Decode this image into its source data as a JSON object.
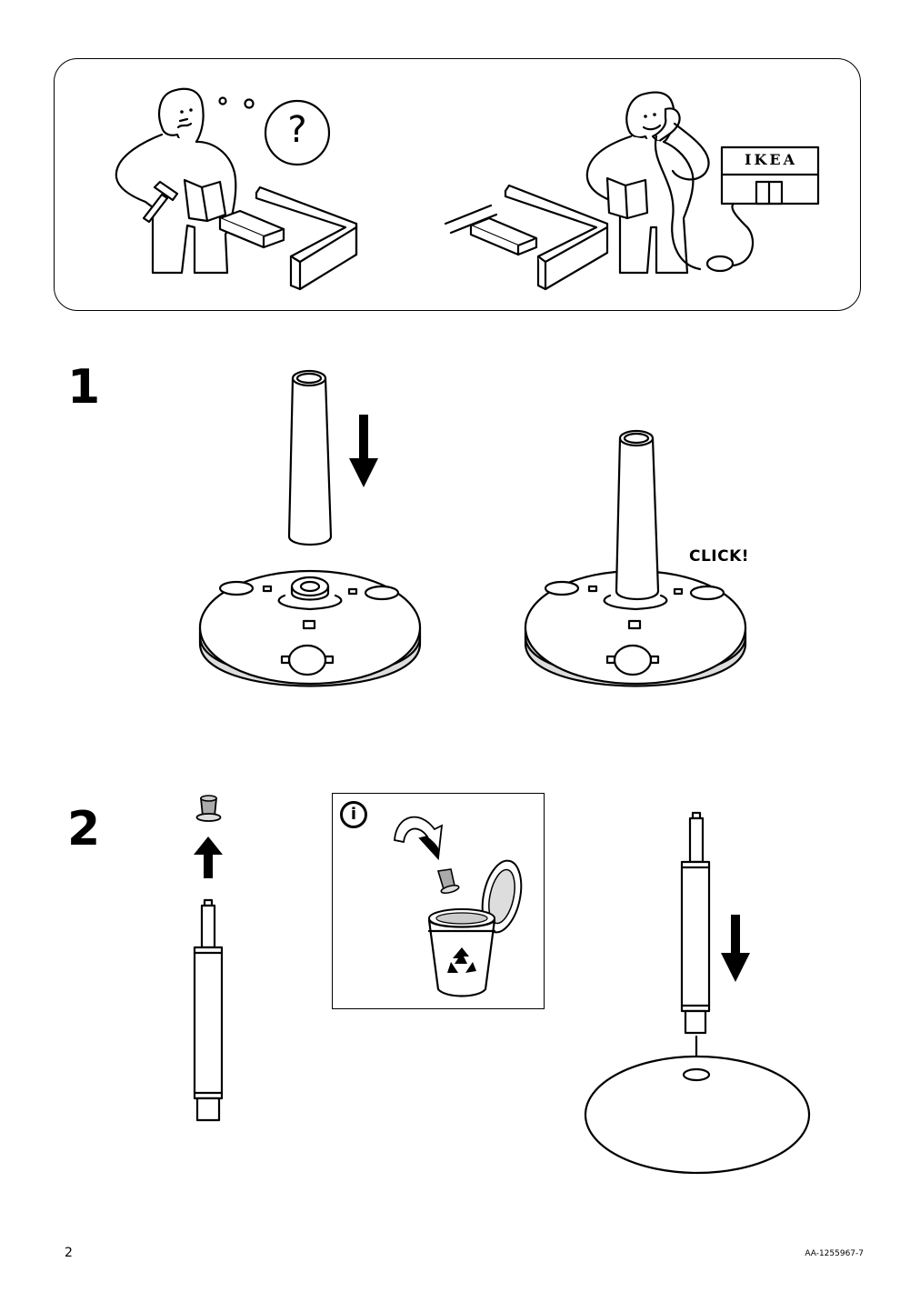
{
  "intro": {
    "store_sign": "IKEA",
    "help_symbol": "?"
  },
  "steps": [
    {
      "number": "1",
      "sound_label": "CLICK!"
    },
    {
      "number": "2",
      "info_symbol": "i"
    }
  ],
  "footer": {
    "page_number": "2",
    "article_number": "AA-1255967-7"
  }
}
